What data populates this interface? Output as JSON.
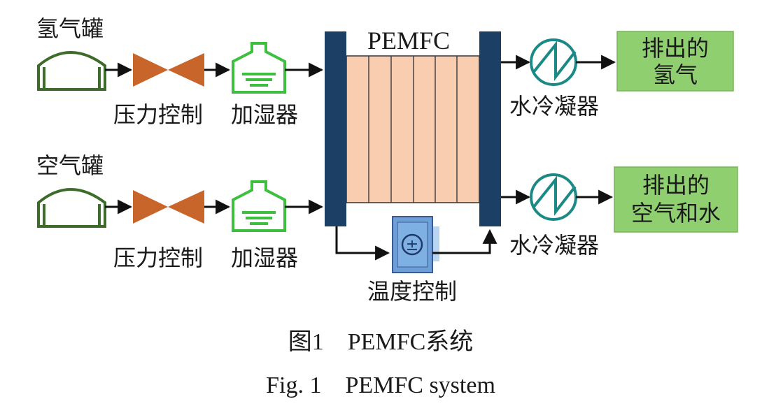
{
  "labels": {
    "h2_tank": "氢气罐",
    "air_tank": "空气罐",
    "pressure_1": "压力控制",
    "pressure_2": "压力控制",
    "humid_1": "加湿器",
    "humid_2": "加湿器",
    "stack": "PEMFC",
    "condenser_1": "水冷凝器",
    "condenser_2": "水冷凝器",
    "exhaust_h2_line1": "排出的",
    "exhaust_h2_line2": "氢气",
    "exhaust_air_line1": "排出的",
    "exhaust_air_line2": "空气和水",
    "temp_control": "温度控制",
    "temp_symbol": "±"
  },
  "caption": {
    "cn": "图1　PEMFC系统",
    "en": "Fig. 1　PEMFC system"
  },
  "colors": {
    "tank": "#3d6b2a",
    "valve": "#c8652a",
    "humidifier": "#3fbf3f",
    "stack_plate": "#1c3f66",
    "stack_body": "#f8cdb0",
    "condenser": "#1b8a86",
    "exhaust_box": "#8fcf70",
    "temp_box": "#6f9fd8"
  }
}
